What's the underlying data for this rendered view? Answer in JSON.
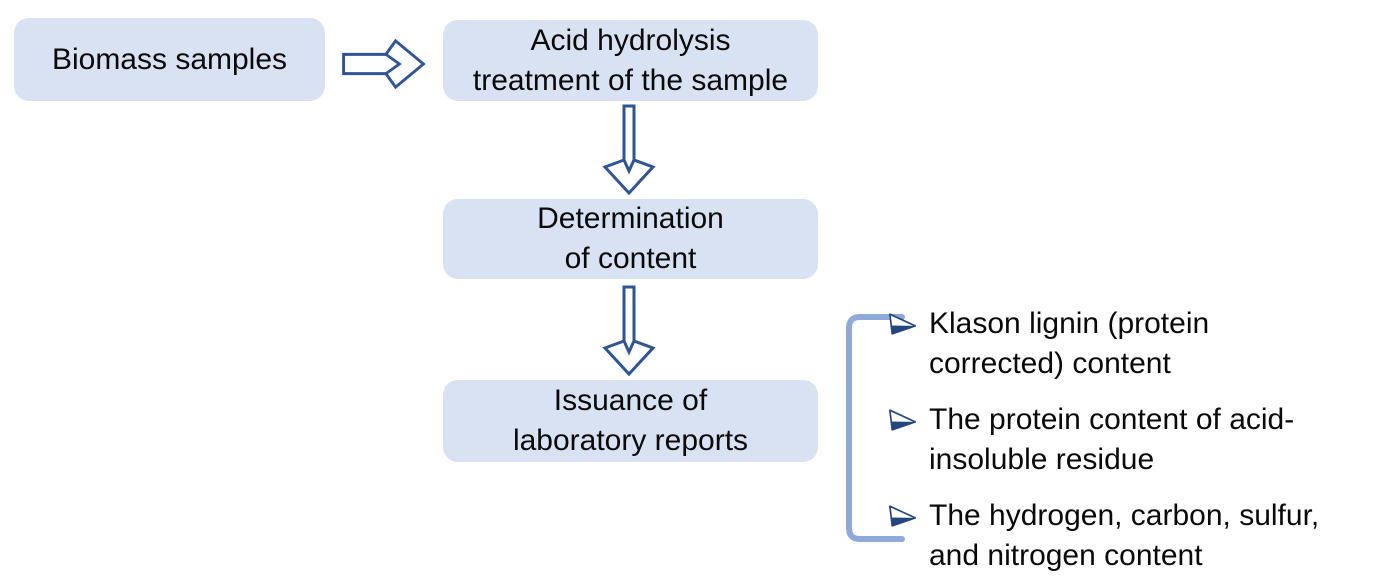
{
  "diagram": {
    "boxes": {
      "biomass": {
        "label": "Biomass samples"
      },
      "acid_hydrolysis": {
        "label": "Acid hydrolysis\ntreatment of the sample"
      },
      "determination": {
        "label": "Determination\nof content"
      },
      "issuance": {
        "label": "Issuance of\nlaboratory reports"
      }
    },
    "arrows": {
      "step1_to_step2": "right-block-arrow",
      "step2_to_step3": "down-block-arrow",
      "step3_to_step4": "down-block-arrow"
    },
    "report_list": {
      "bullet_icon": "three-d-arrowhead-bullet",
      "items": [
        {
          "text": "Klason lignin (protein\ncorrected) content"
        },
        {
          "text": "The protein content of acid-\ninsoluble residue"
        },
        {
          "text": "The hydrogen, carbon, sulfur,\nand nitrogen content"
        }
      ]
    },
    "colors": {
      "box_fill": "#D9E2F3",
      "arrow_stroke": "#2E5596",
      "bracket": "#8EAADB",
      "bullet": "#24477E",
      "text": "#0A0A0A",
      "background": "#FFFFFF"
    }
  }
}
